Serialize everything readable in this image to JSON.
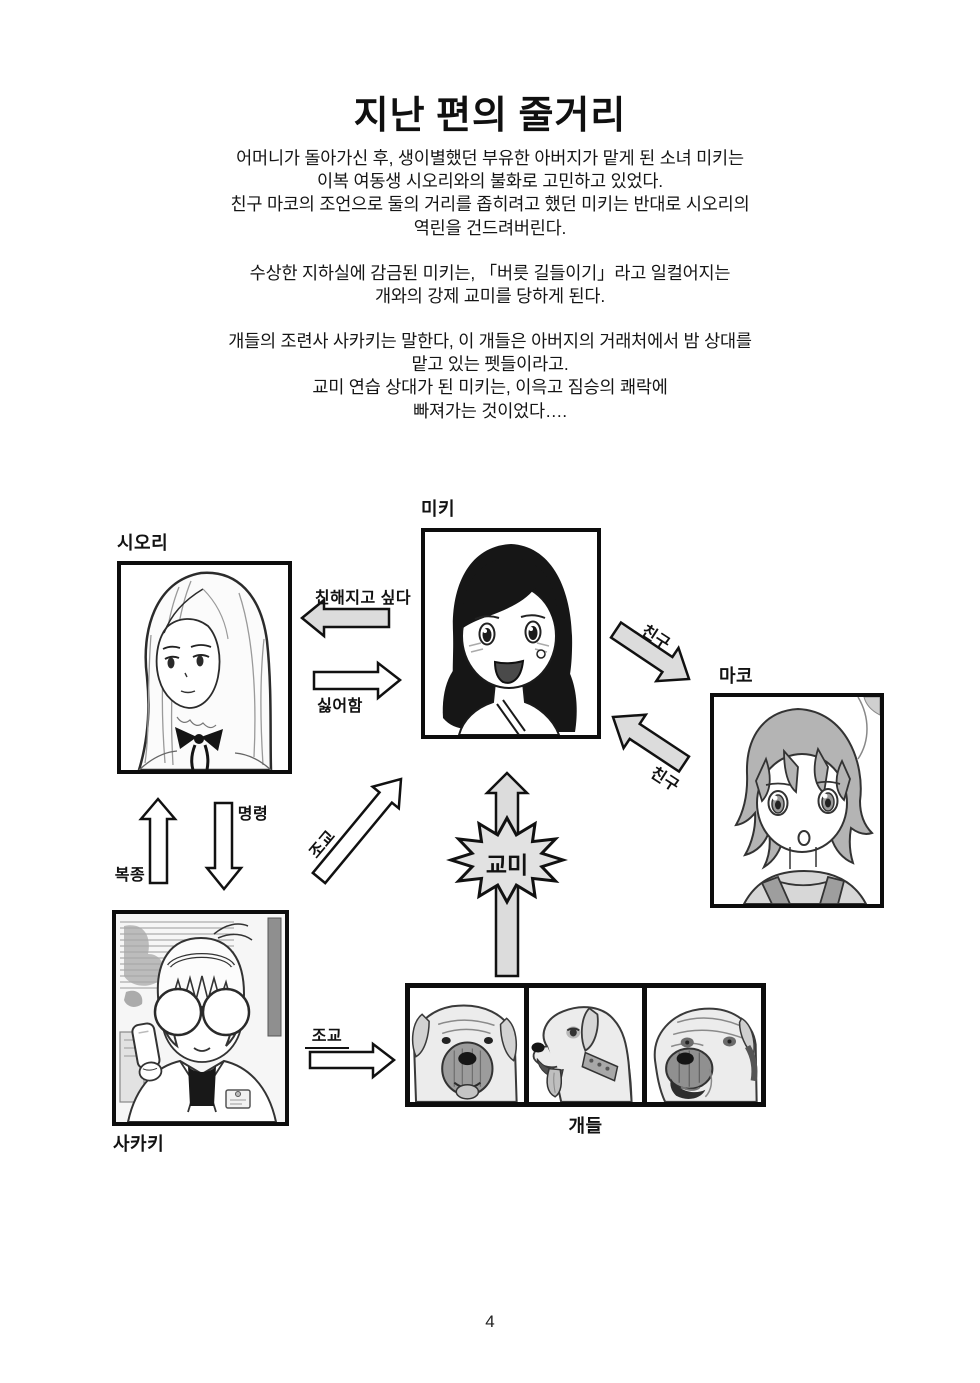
{
  "page": {
    "title": "지난 편의 줄거리",
    "page_number": "4"
  },
  "synopsis": {
    "para1": {
      "line1": "어머니가 돌아가신 후, 생이별했던 부유한 아버지가 맡게 된 소녀 미키는",
      "line2": "이복 여동생 시오리와의 불화로 고민하고 있었다.",
      "line3": "친구 마코의 조언으로 둘의 거리를 좁히려고 했던 미키는 반대로 시오리의",
      "line4": "역린을 건드려버린다."
    },
    "para2": {
      "line1": "수상한 지하실에 감금된 미키는, 「버릇 길들이기」라고 일컬어지는",
      "line2": "개와의 강제 교미를 당하게 된다."
    },
    "para3": {
      "line1": "개들의 조련사 사카키는 말한다, 이 개들은 아버지의 거래처에서 밤 상대를",
      "line2": "맡고 있는 펫들이라고.",
      "line3": "교미 연습 상대가 된 미키는, 이윽고 짐승의 쾌락에",
      "line4": "빠져가는 것이었다…."
    }
  },
  "diagram": {
    "characters": {
      "miki": {
        "label": "미키"
      },
      "shiori": {
        "label": "시오리"
      },
      "mako": {
        "label": "마코"
      },
      "sakaki": {
        "label": "사카키"
      },
      "dogs": {
        "label": "개들"
      }
    },
    "relations": {
      "miki_to_shiori": {
        "label": "친해지고 싶다"
      },
      "shiori_to_miki": {
        "label": "싫어함"
      },
      "miki_to_mako": {
        "label": "친구"
      },
      "mako_to_miki": {
        "label": "친구"
      },
      "shiori_to_sakaki": {
        "label": "명령"
      },
      "sakaki_to_shiori": {
        "label": "복종"
      },
      "sakaki_to_miki": {
        "label": "조교"
      },
      "sakaki_to_dogs": {
        "label": "조교"
      },
      "dogs_to_miki": {
        "label": "교미"
      }
    }
  },
  "colors": {
    "background": "#ffffff",
    "ink": "#111111",
    "arrow_gray": "#dcdcdc",
    "arrow_white": "#ffffff"
  }
}
